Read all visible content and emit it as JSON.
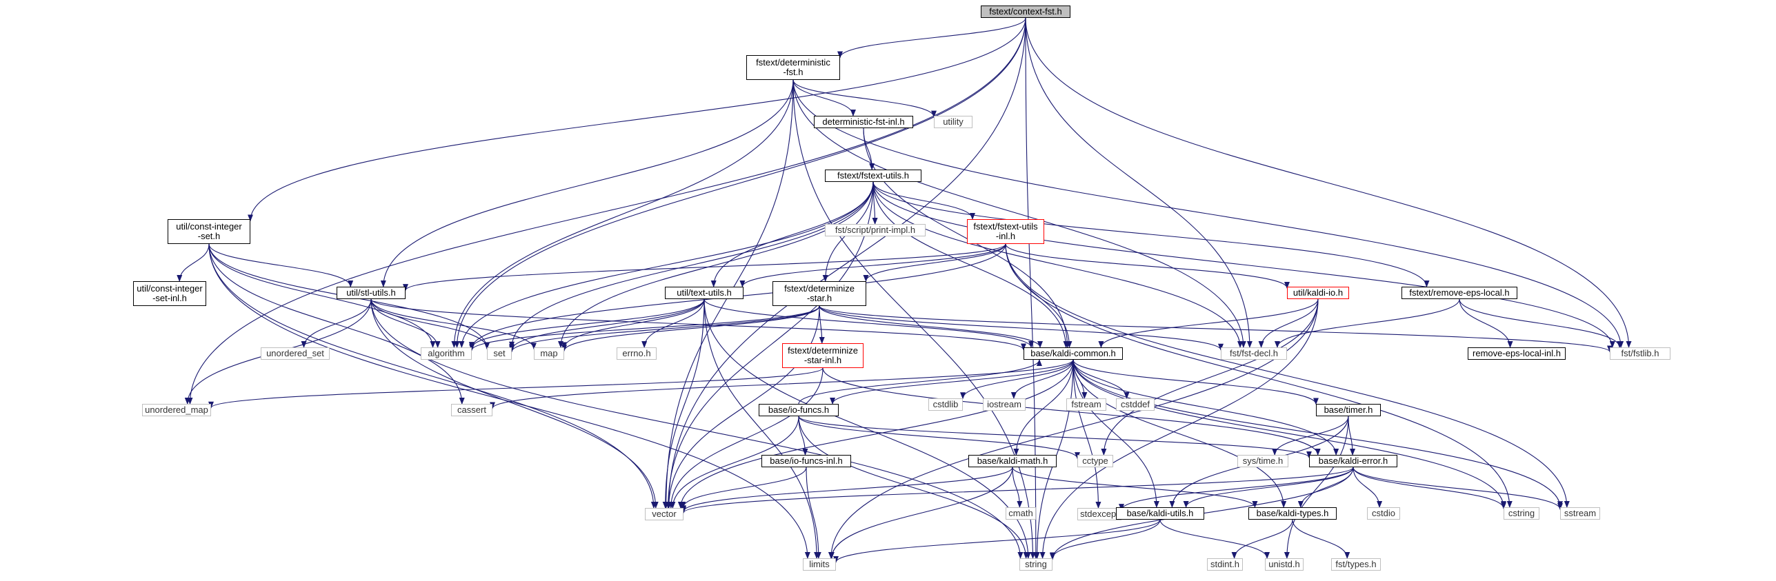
{
  "diagram": {
    "nodes": [
      {
        "id": "context",
        "label": "fstext/context-fst.h",
        "kind": "root"
      },
      {
        "id": "determ",
        "label": "fstext/deterministic\n-fst.h",
        "kind": "file"
      },
      {
        "id": "detinl",
        "label": "deterministic-fst-inl.h",
        "kind": "file"
      },
      {
        "id": "utility",
        "label": "utility",
        "kind": "system"
      },
      {
        "id": "fstutils",
        "label": "fstext/fstext-utils.h",
        "kind": "file"
      },
      {
        "id": "printimpl",
        "label": "fst/script/print-impl.h",
        "kind": "system"
      },
      {
        "id": "fstutilsinl",
        "label": "fstext/fstext-utils\n-inl.h",
        "kind": "truncated"
      },
      {
        "id": "constint",
        "label": "util/const-integer\n-set.h",
        "kind": "file"
      },
      {
        "id": "constintinl",
        "label": "util/const-integer\n-set-inl.h",
        "kind": "file"
      },
      {
        "id": "stlutils",
        "label": "util/stl-utils.h",
        "kind": "file"
      },
      {
        "id": "textutils",
        "label": "util/text-utils.h",
        "kind": "file"
      },
      {
        "id": "detstar",
        "label": "fstext/determinize\n-star.h",
        "kind": "file"
      },
      {
        "id": "kaldiio",
        "label": "util/kaldi-io.h",
        "kind": "truncated"
      },
      {
        "id": "removeeps",
        "label": "fstext/remove-eps-local.h",
        "kind": "file"
      },
      {
        "id": "removeepsinl",
        "label": "remove-eps-local-inl.h",
        "kind": "file"
      },
      {
        "id": "fstlib",
        "label": "fst/fstlib.h",
        "kind": "system"
      },
      {
        "id": "fstdecl",
        "label": "fst/fst-decl.h",
        "kind": "system"
      },
      {
        "id": "unordset",
        "label": "unordered_set",
        "kind": "system"
      },
      {
        "id": "algorithm",
        "label": "algorithm",
        "kind": "system"
      },
      {
        "id": "set",
        "label": "set",
        "kind": "system"
      },
      {
        "id": "map",
        "label": "map",
        "kind": "system"
      },
      {
        "id": "errno",
        "label": "errno.h",
        "kind": "system"
      },
      {
        "id": "detstarinl",
        "label": "fstext/determinize\n-star-inl.h",
        "kind": "truncated"
      },
      {
        "id": "kaldicommon",
        "label": "base/kaldi-common.h",
        "kind": "file"
      },
      {
        "id": "unordmap",
        "label": "unordered_map",
        "kind": "system"
      },
      {
        "id": "cassert",
        "label": "cassert",
        "kind": "system"
      },
      {
        "id": "iofuncs",
        "label": "base/io-funcs.h",
        "kind": "file"
      },
      {
        "id": "cstdlib",
        "label": "cstdlib",
        "kind": "system"
      },
      {
        "id": "iostream",
        "label": "iostream",
        "kind": "system"
      },
      {
        "id": "fstream",
        "label": "fstream",
        "kind": "system"
      },
      {
        "id": "cstddef",
        "label": "cstddef",
        "kind": "system"
      },
      {
        "id": "timer",
        "label": "base/timer.h",
        "kind": "file"
      },
      {
        "id": "cctype",
        "label": "cctype",
        "kind": "system"
      },
      {
        "id": "iofuncsinl",
        "label": "base/io-funcs-inl.h",
        "kind": "file"
      },
      {
        "id": "kaldimath",
        "label": "base/kaldi-math.h",
        "kind": "file"
      },
      {
        "id": "systime",
        "label": "sys/time.h",
        "kind": "system"
      },
      {
        "id": "kaldierror",
        "label": "base/kaldi-error.h",
        "kind": "file"
      },
      {
        "id": "vector",
        "label": "vector",
        "kind": "system"
      },
      {
        "id": "cmath",
        "label": "cmath",
        "kind": "system"
      },
      {
        "id": "stdexcept",
        "label": "stdexcept",
        "kind": "system"
      },
      {
        "id": "kaldiutils",
        "label": "base/kaldi-utils.h",
        "kind": "file"
      },
      {
        "id": "kalditypes",
        "label": "base/kaldi-types.h",
        "kind": "file"
      },
      {
        "id": "cstdio",
        "label": "cstdio",
        "kind": "system"
      },
      {
        "id": "cstring",
        "label": "cstring",
        "kind": "system"
      },
      {
        "id": "sstream",
        "label": "sstream",
        "kind": "system"
      },
      {
        "id": "limits",
        "label": "limits",
        "kind": "system"
      },
      {
        "id": "string",
        "label": "string",
        "kind": "system"
      },
      {
        "id": "stdint",
        "label": "stdint.h",
        "kind": "system"
      },
      {
        "id": "unistd",
        "label": "unistd.h",
        "kind": "system"
      },
      {
        "id": "fsttypes",
        "label": "fst/types.h",
        "kind": "system"
      }
    ],
    "edges": [
      [
        "context",
        "determ"
      ],
      [
        "context",
        "constint"
      ],
      [
        "context",
        "unordmap"
      ],
      [
        "context",
        "algorithm"
      ],
      [
        "context",
        "fstdecl"
      ],
      [
        "context",
        "fstlib"
      ],
      [
        "context",
        "vector"
      ],
      [
        "context",
        "string"
      ],
      [
        "determ",
        "detinl"
      ],
      [
        "determ",
        "utility"
      ],
      [
        "determ",
        "stlutils"
      ],
      [
        "determ",
        "algorithm"
      ],
      [
        "determ",
        "fstlib"
      ],
      [
        "determ",
        "vector"
      ],
      [
        "determ",
        "fstdecl"
      ],
      [
        "determ",
        "string"
      ],
      [
        "detinl",
        "fstutils"
      ],
      [
        "detinl",
        "kaldicommon"
      ],
      [
        "fstutils",
        "printimpl"
      ],
      [
        "fstutils",
        "fstutilsinl"
      ],
      [
        "fstutils",
        "textutils"
      ],
      [
        "fstutils",
        "detstar"
      ],
      [
        "fstutils",
        "removeeps"
      ],
      [
        "fstutils",
        "fstlib"
      ],
      [
        "fstutils",
        "fstdecl"
      ],
      [
        "fstutils",
        "algorithm"
      ],
      [
        "fstutils",
        "set"
      ],
      [
        "fstutils",
        "map"
      ],
      [
        "fstutils",
        "kaldicommon"
      ],
      [
        "fstutils",
        "vector"
      ],
      [
        "fstutilsinl",
        "stlutils"
      ],
      [
        "fstutilsinl",
        "textutils"
      ],
      [
        "fstutilsinl",
        "detstar"
      ],
      [
        "fstutilsinl",
        "kaldiio"
      ],
      [
        "fstutilsinl",
        "kaldicommon"
      ],
      [
        "fstutilsinl",
        "algorithm"
      ],
      [
        "fstutilsinl",
        "sstream"
      ],
      [
        "fstutilsinl",
        "cstring"
      ],
      [
        "constint",
        "constintinl"
      ],
      [
        "constint",
        "stlutils"
      ],
      [
        "constint",
        "set"
      ],
      [
        "constint",
        "algorithm"
      ],
      [
        "constint",
        "cassert"
      ],
      [
        "constint",
        "limits"
      ],
      [
        "constint",
        "vector"
      ],
      [
        "stlutils",
        "unordset"
      ],
      [
        "stlutils",
        "algorithm"
      ],
      [
        "stlutils",
        "set"
      ],
      [
        "stlutils",
        "map"
      ],
      [
        "stlutils",
        "unordmap"
      ],
      [
        "stlutils",
        "vector"
      ],
      [
        "stlutils",
        "string"
      ],
      [
        "stlutils",
        "kaldicommon"
      ],
      [
        "textutils",
        "algorithm"
      ],
      [
        "textutils",
        "set"
      ],
      [
        "textutils",
        "map"
      ],
      [
        "textutils",
        "errno"
      ],
      [
        "textutils",
        "limits"
      ],
      [
        "textutils",
        "vector"
      ],
      [
        "textutils",
        "string"
      ],
      [
        "textutils",
        "kaldicommon"
      ],
      [
        "detstar",
        "detstarinl"
      ],
      [
        "detstar",
        "algorithm"
      ],
      [
        "detstar",
        "set"
      ],
      [
        "detstar",
        "map"
      ],
      [
        "detstar",
        "fstlib"
      ],
      [
        "detstar",
        "fstdecl"
      ],
      [
        "detstar",
        "vector"
      ],
      [
        "detstar",
        "kaldicommon"
      ],
      [
        "kaldiio",
        "kaldicommon"
      ],
      [
        "kaldiio",
        "fstdecl"
      ],
      [
        "kaldiio",
        "cctype"
      ],
      [
        "kaldiio",
        "limits"
      ],
      [
        "kaldiio",
        "string"
      ],
      [
        "removeeps",
        "removeepsinl"
      ],
      [
        "removeeps",
        "fstlib"
      ],
      [
        "removeeps",
        "fstdecl"
      ],
      [
        "detstarinl",
        "unordmap"
      ],
      [
        "detstarinl",
        "vector"
      ],
      [
        "detstarinl",
        "kaldierror"
      ],
      [
        "kaldicommon",
        "cassert"
      ],
      [
        "kaldicommon",
        "iofuncs"
      ],
      [
        "kaldicommon",
        "cstdlib"
      ],
      [
        "kaldicommon",
        "iostream"
      ],
      [
        "kaldicommon",
        "fstream"
      ],
      [
        "kaldicommon",
        "cstddef"
      ],
      [
        "kaldicommon",
        "timer"
      ],
      [
        "kaldicommon",
        "kaldimath"
      ],
      [
        "kaldicommon",
        "kaldierror"
      ],
      [
        "kaldicommon",
        "kaldiutils"
      ],
      [
        "kaldicommon",
        "kalditypes"
      ],
      [
        "kaldicommon",
        "cstring"
      ],
      [
        "kaldicommon",
        "sstream"
      ],
      [
        "kaldicommon",
        "vector"
      ],
      [
        "kaldicommon",
        "string"
      ],
      [
        "kaldicommon",
        "stdexcept"
      ],
      [
        "iofuncs",
        "iofuncsinl"
      ],
      [
        "iofuncs",
        "cctype"
      ],
      [
        "iofuncs",
        "kaldierror"
      ],
      [
        "iofuncs",
        "vector"
      ],
      [
        "iofuncs",
        "string"
      ],
      [
        "iofuncs",
        "kaldicommon"
      ],
      [
        "iofuncsinl",
        "vector"
      ],
      [
        "iofuncsinl",
        "limits"
      ],
      [
        "timer",
        "systime"
      ],
      [
        "timer",
        "kaldierror"
      ],
      [
        "timer",
        "kaldiutils"
      ],
      [
        "timer",
        "unistd"
      ],
      [
        "kaldimath",
        "cmath"
      ],
      [
        "kaldimath",
        "limits"
      ],
      [
        "kaldimath",
        "vector"
      ],
      [
        "kaldimath",
        "kalditypes"
      ],
      [
        "kaldierror",
        "stdexcept"
      ],
      [
        "kaldierror",
        "string"
      ],
      [
        "kaldierror",
        "vector"
      ],
      [
        "kaldierror",
        "cstring"
      ],
      [
        "kaldierror",
        "sstream"
      ],
      [
        "kaldierror",
        "cstdio"
      ],
      [
        "kaldierror",
        "kalditypes"
      ],
      [
        "kaldierror",
        "kaldiutils"
      ],
      [
        "kaldiutils",
        "limits"
      ],
      [
        "kaldiutils",
        "string"
      ],
      [
        "kaldiutils",
        "unistd"
      ],
      [
        "kalditypes",
        "stdint"
      ],
      [
        "kalditypes",
        "fsttypes"
      ]
    ]
  }
}
